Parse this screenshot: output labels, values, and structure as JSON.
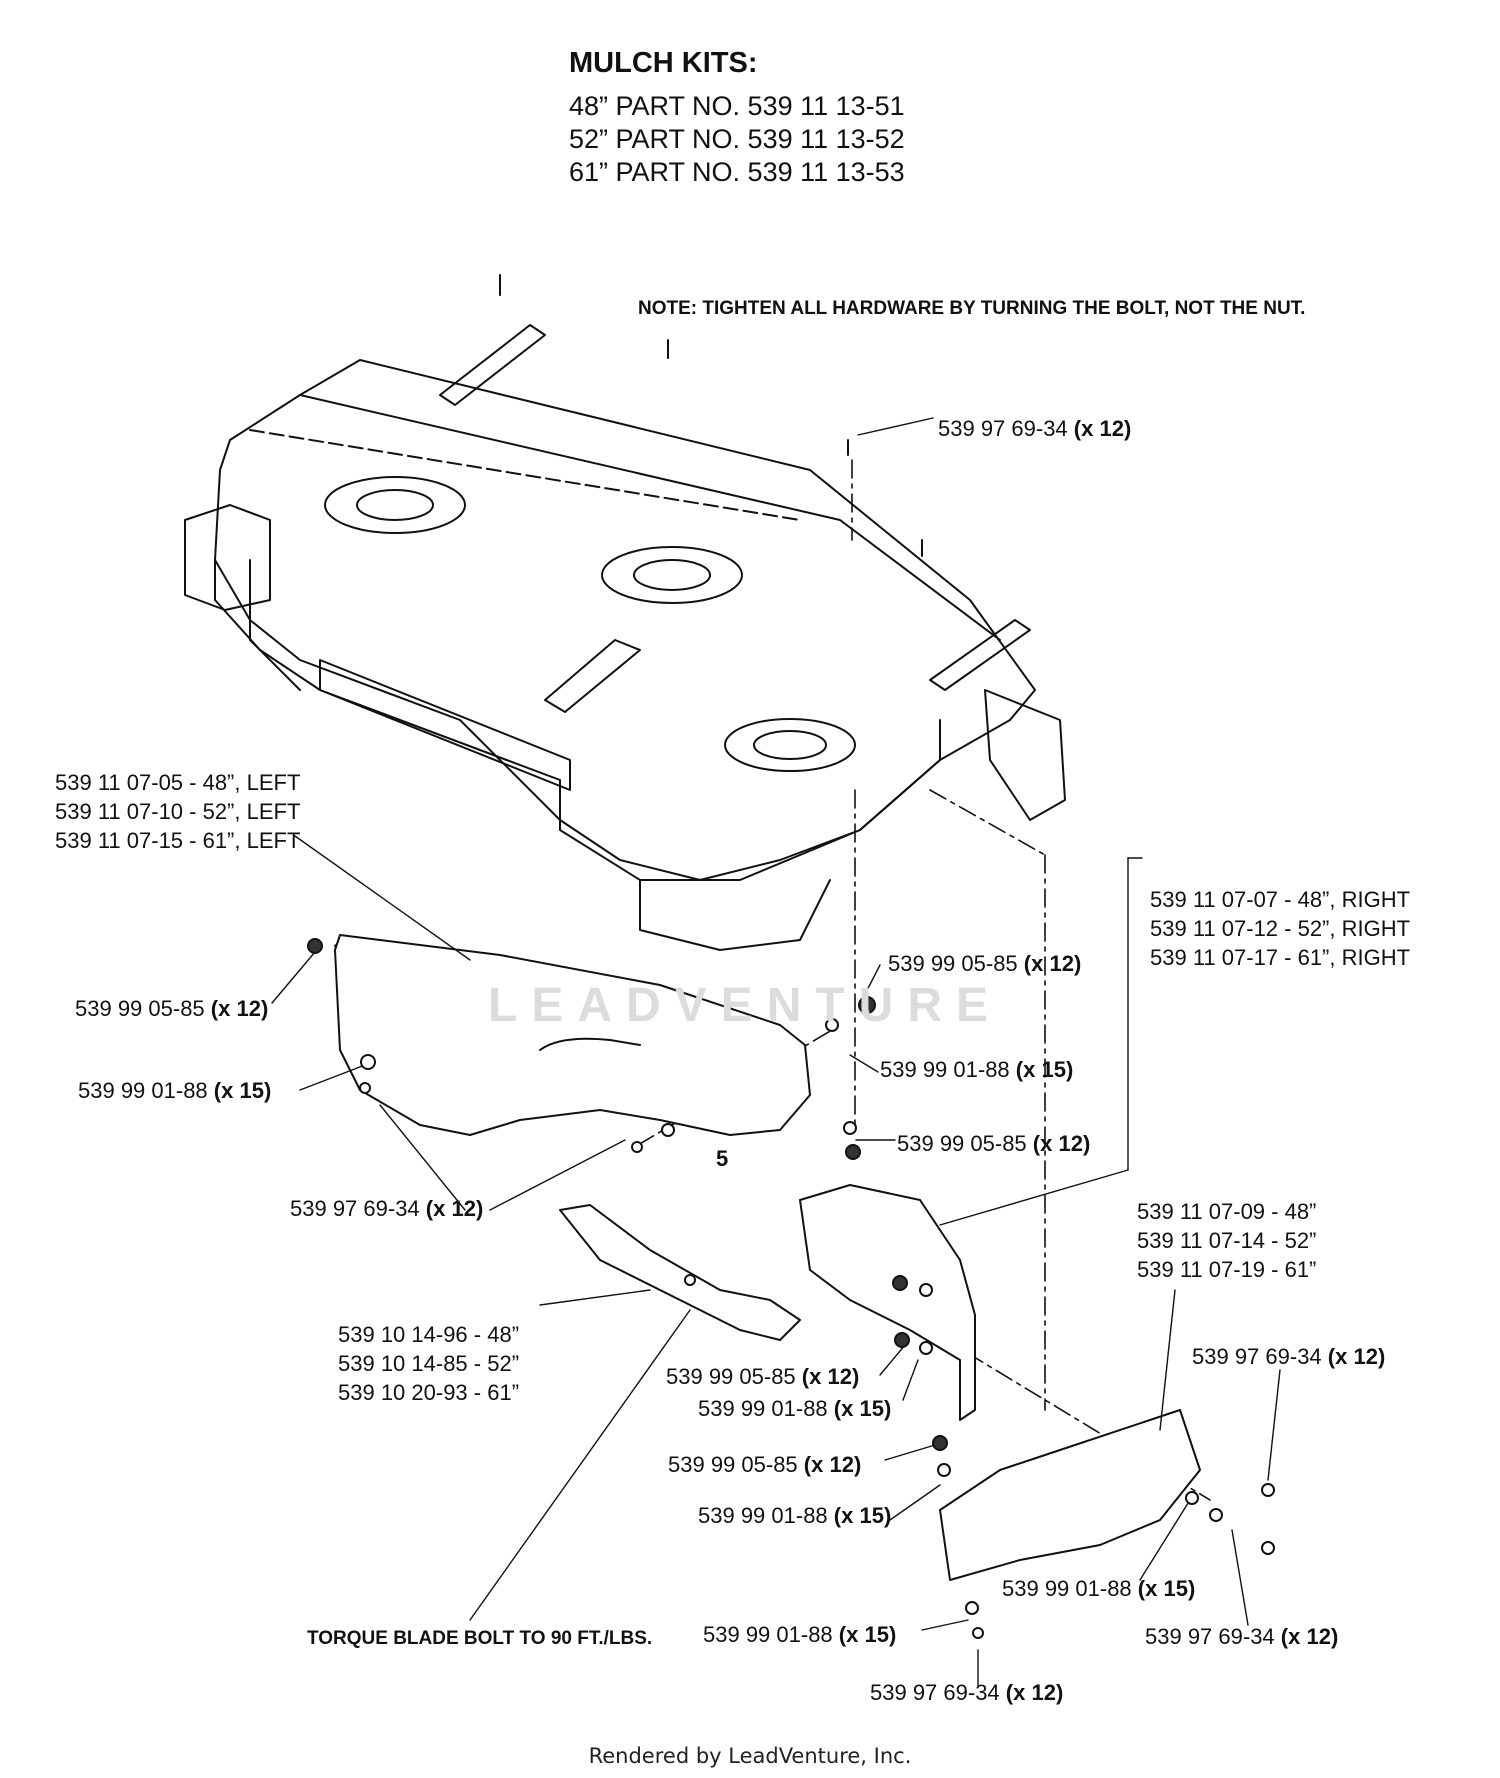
{
  "header": {
    "title": "MULCH KITS:",
    "kits": [
      "48” PART NO. 539 11 13-51",
      "52” PART NO. 539 11 13-52",
      "61” PART NO. 539 11 13-53"
    ]
  },
  "note": "NOTE: TIGHTEN ALL HARDWARE BY TURNING THE BOLT, NOT THE NUT.",
  "torque_note": "TORQUE BLADE BOLT TO 90 FT./LBS.",
  "ref_number": "5",
  "watermark": "LEADVENTURE",
  "footer": "Rendered by LeadVenture, Inc.",
  "groups": {
    "left_baffle": [
      "539 11 07-05 - 48”, LEFT",
      "539 11 07-10 - 52”, LEFT",
      "539 11 07-15 - 61”, LEFT"
    ],
    "right_baffle": [
      "539 11 07-07 - 48”, RIGHT",
      "539 11 07-12 - 52”, RIGHT",
      "539 11 07-17 - 61”, RIGHT"
    ],
    "end_plate": [
      "539 11 07-09 - 48”",
      "539 11 07-14 - 52”",
      "539 11 07-19 - 61”"
    ],
    "blade": [
      "539 10 14-96 - 48”",
      "539 10 14-85 - 52”",
      "539 10 20-93 - 61”"
    ]
  },
  "callouts": {
    "c1": {
      "part": "539  97 69-34",
      "qty": "(x 12)"
    },
    "c2": {
      "part": "539 99 05-85",
      "qty": "(x 12)"
    },
    "c3": {
      "part": "539  99 01-88",
      "qty": "(x 15)"
    },
    "c4": {
      "part": "539  97 69-34",
      "qty": "(x 12)"
    },
    "c5": {
      "part": "539 99 05-85",
      "qty": "(x 12)"
    },
    "c6": {
      "part": "539  99 01-88",
      "qty": "(x 15)"
    },
    "c7": {
      "part": "539 99 05-85",
      "qty": "(x 12)"
    },
    "c8": {
      "part": "539  97 69-34",
      "qty": "(x 12)"
    },
    "c9": {
      "part": "539 99 05-85",
      "qty": "(x 12)"
    },
    "c10": {
      "part": "539  99 01-88",
      "qty": "(x 15)"
    },
    "c11": {
      "part": "539 99 05-85",
      "qty": "(x 12)"
    },
    "c12": {
      "part": "539  99 01-88",
      "qty": "(x 15)"
    },
    "c13": {
      "part": "539  99 01-88",
      "qty": "(x 15)"
    },
    "c14": {
      "part": "539  97 69-34",
      "qty": "(x 12)"
    },
    "c15": {
      "part": "539  99 01-88",
      "qty": "(x 15)"
    },
    "c16": {
      "part": "539  97 69-34",
      "qty": "(x 12)"
    }
  }
}
